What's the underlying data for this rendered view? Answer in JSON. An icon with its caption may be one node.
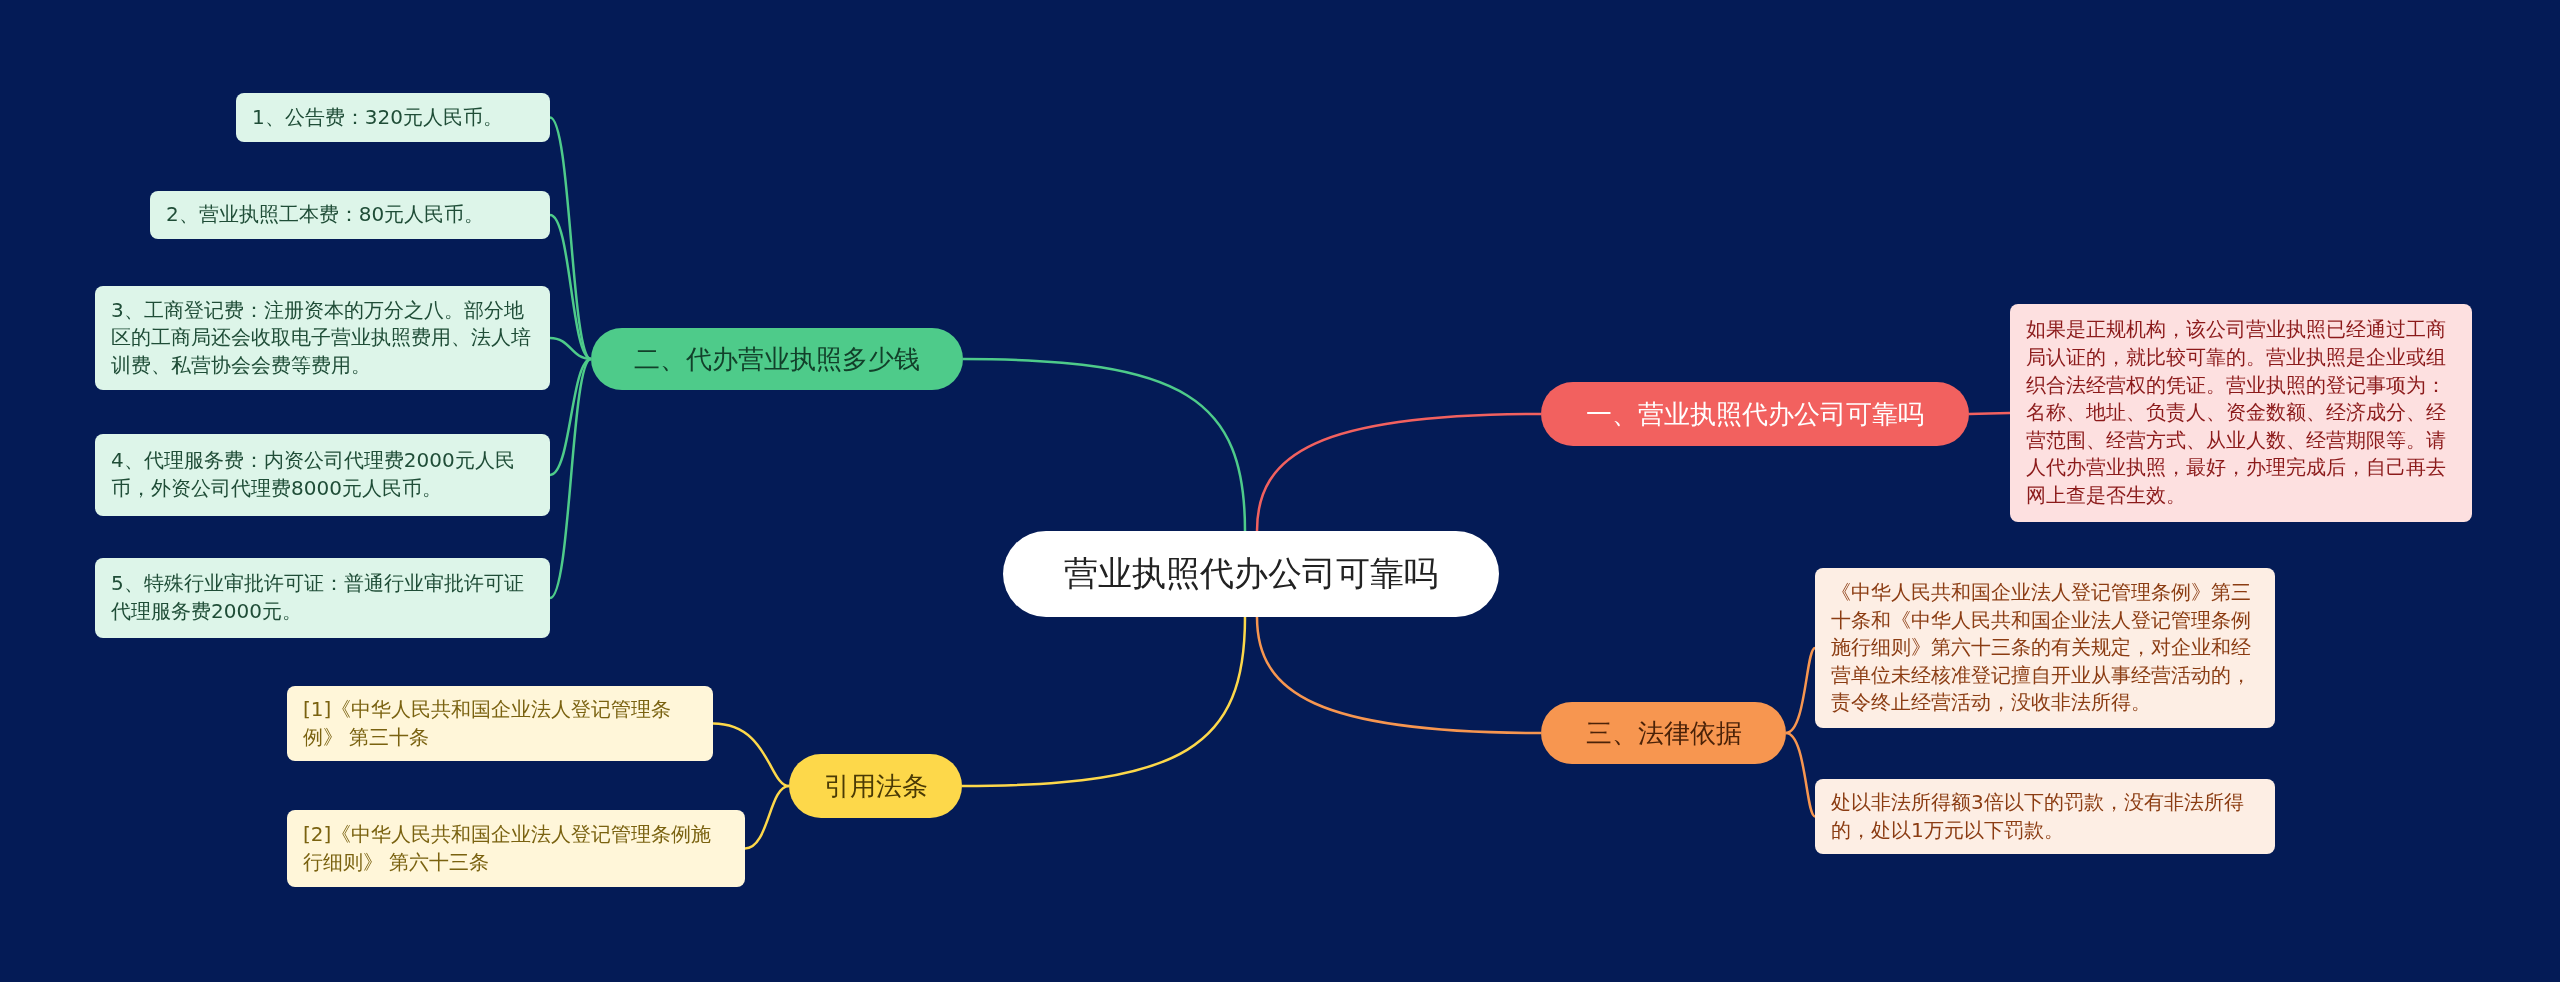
{
  "diagram": {
    "nodes": [
      {
        "text": [
          "营业执照代办公司可靠吗"
        ]
      },
      {
        "text": [
          "一、营业执照代办公司可靠吗"
        ]
      },
      {
        "text": [
          "如果是正规机构，该公司营业执照已经通过工商局认证的，就比较可靠的。营业执照是企业或组织合法经营权的凭证。营业执照的登记事项为：名称、地址、负责人、资金数额、经济成分、经营范围、经营方式、从业人数、经营期限等。请人代办营业执照，最好，办理完成后，自己再去网上查是否生效。"
        ]
      },
      {
        "text": [
          "二、代办营业执照多少钱"
        ]
      },
      {
        "text": [
          "1、公告费：320元人民币。"
        ]
      },
      {
        "text": [
          "2、营业执照工本费：80元人民币。"
        ]
      },
      {
        "text": [
          "3、工商登记费：注册资本的万分之八。部分地区的工商局还会收取电子营业执照费用、法人培训费、私营协会会费等费用。"
        ]
      },
      {
        "text": [
          "4、代理服务费：内资公司代理费2000元人民币，外资公司代理费8000元人民币。"
        ]
      },
      {
        "text": [
          "5、特殊行业审批许可证：普通行业审批许可证代理服务费2000元。"
        ]
      },
      {
        "text": [
          "三、法律依据"
        ]
      },
      {
        "text": [
          "《中华人民共和国企业法人登记管理条例》第三十条和《中华人民共和国企业法人登记管理条例施行细则》第六十三条的有关规定，对企业和经营单位未经核准登记擅自开业从事经营活动的，责令终止经营活动，没收非法所得。"
        ]
      },
      {
        "text": [
          "处以非法所得额3倍以下的罚款，没有非法所得的，处以1万元以下罚款。"
        ]
      },
      {
        "text": [
          "引用法条"
        ]
      },
      {
        "text": [
          "[1]《中华人民共和国企业法人登记管理条例》 第三十条"
        ]
      },
      {
        "text": [
          "[2]《中华人民共和国企业法人登记管理条例施行细则》 第六十三条"
        ]
      }
    ],
    "edges": [
      {
        "from": 0,
        "to": 1,
        "arrow": "none",
        "color": "#f2615f"
      },
      {
        "from": 1,
        "to": 2,
        "arrow": "none",
        "color": "#f2615f"
      },
      {
        "from": 0,
        "to": 3,
        "arrow": "none",
        "color": "#4ecb8a"
      },
      {
        "from": 3,
        "to": 4,
        "arrow": "none",
        "color": "#4ecb8a"
      },
      {
        "from": 3,
        "to": 5,
        "arrow": "none",
        "color": "#4ecb8a"
      },
      {
        "from": 3,
        "to": 6,
        "arrow": "none",
        "color": "#4ecb8a"
      },
      {
        "from": 3,
        "to": 7,
        "arrow": "none",
        "color": "#4ecb8a"
      },
      {
        "from": 3,
        "to": 8,
        "arrow": "none",
        "color": "#4ecb8a"
      },
      {
        "from": 0,
        "to": 9,
        "arrow": "none",
        "color": "#f79650"
      },
      {
        "from": 9,
        "to": 10,
        "arrow": "none",
        "color": "#f79650"
      },
      {
        "from": 9,
        "to": 11,
        "arrow": "none",
        "color": "#f79650"
      },
      {
        "from": 0,
        "to": 12,
        "arrow": "none",
        "color": "#fdd84a"
      },
      {
        "from": 12,
        "to": 13,
        "arrow": "none",
        "color": "#fdd84a"
      },
      {
        "from": 12,
        "to": 14,
        "arrow": "none",
        "color": "#fdd84a"
      }
    ]
  }
}
